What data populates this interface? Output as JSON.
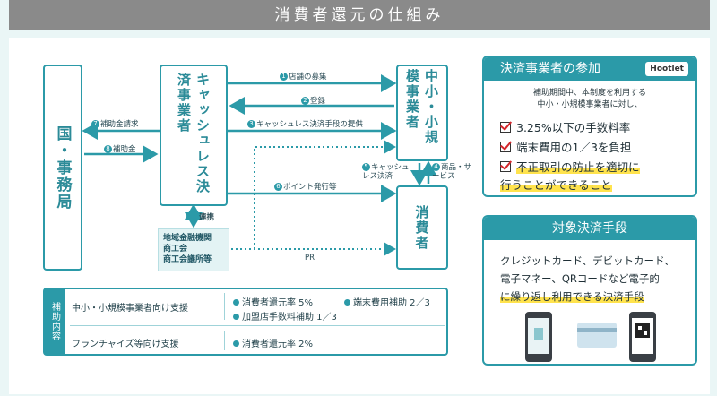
{
  "title": "消費者還元の仕組み",
  "nodes": {
    "government": "国・事務局",
    "cashless_operator": "キャッシュレス決済事業者",
    "merchant": "中小・小規模事業者",
    "consumer": "消費者",
    "regional_orgs": [
      "地域金融機関",
      "商工会",
      "商工会議所等"
    ],
    "alliance": "連携"
  },
  "flows": {
    "f1": {
      "num": "1",
      "text": "店舗の募集"
    },
    "f2": {
      "num": "2",
      "text": "登録"
    },
    "f3": {
      "num": "3",
      "text": "キャッシュレス決済手段の提供"
    },
    "f4": {
      "num": "4",
      "text": "商品・サービス"
    },
    "f5": {
      "num": "5",
      "text": "キャッシュレス決済"
    },
    "f6": {
      "num": "6",
      "text": "ポイント発行等"
    },
    "f7": {
      "num": "7",
      "text": "補助金請求"
    },
    "f8": {
      "num": "8",
      "text": "補助金"
    },
    "pr": "PR"
  },
  "support": {
    "side_label": "補助内容",
    "rows": [
      {
        "label": "中小・小規模事業者向け支援",
        "items": [
          "消費者還元率 5%",
          "端末費用補助 2／3",
          "加盟店手数料補助 1／3"
        ]
      },
      {
        "label": "フランチャイズ等向け支援",
        "items": [
          "消費者還元率 2%"
        ]
      }
    ]
  },
  "operator_panel": {
    "title": "決済事業者の参加",
    "badge": "Hootlet",
    "note_line1": "補助期間中、本制度を利用する",
    "note_line2": "中小・小規模事業者に対し、",
    "checks": [
      "3.25%以下の手数料率",
      "端末費用の1／3を負担",
      "不正取引の防止を適切に",
      "行うことができること"
    ]
  },
  "payment_panel": {
    "title": "対象決済手段",
    "lines": [
      "クレジットカード、デビットカード、",
      "電子マネー、QRコードなど電子的",
      "に繰り返し利用できる決済手段"
    ]
  },
  "colors": {
    "accent": "#2b9aa8",
    "highlight": "#ffe34d",
    "check": "#d4262b"
  }
}
